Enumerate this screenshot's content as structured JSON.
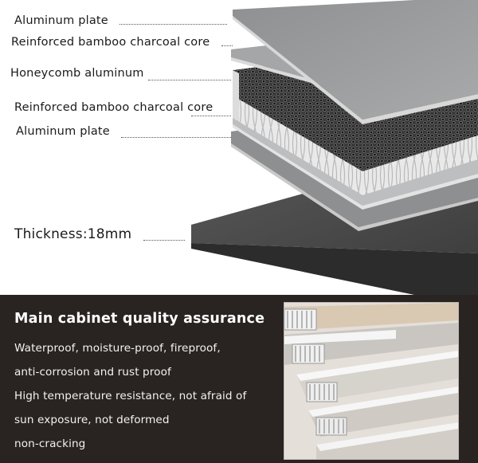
{
  "diagram": {
    "labels": {
      "aluminum_plate_top": "Aluminum plate",
      "bamboo_core_top": "Reinforced bamboo charcoal core",
      "honeycomb": "Honeycomb aluminum",
      "bamboo_core_bottom": "Reinforced bamboo charcoal core",
      "aluminum_plate_bottom": "Aluminum plate",
      "thickness": "Thickness:18mm"
    }
  },
  "assurance": {
    "title": "Main cabinet quality assurance",
    "lines": [
      "Waterproof, moisture-proof, fireproof,",
      "anti-corrosion and rust proof",
      "High temperature resistance, not afraid of",
      "sun exposure, not deformed",
      "non-cracking"
    ]
  },
  "colors": {
    "panel_background": "#292421",
    "aluminum_plate": "#9a9a9c",
    "board_dark": "#4b4a4b"
  }
}
